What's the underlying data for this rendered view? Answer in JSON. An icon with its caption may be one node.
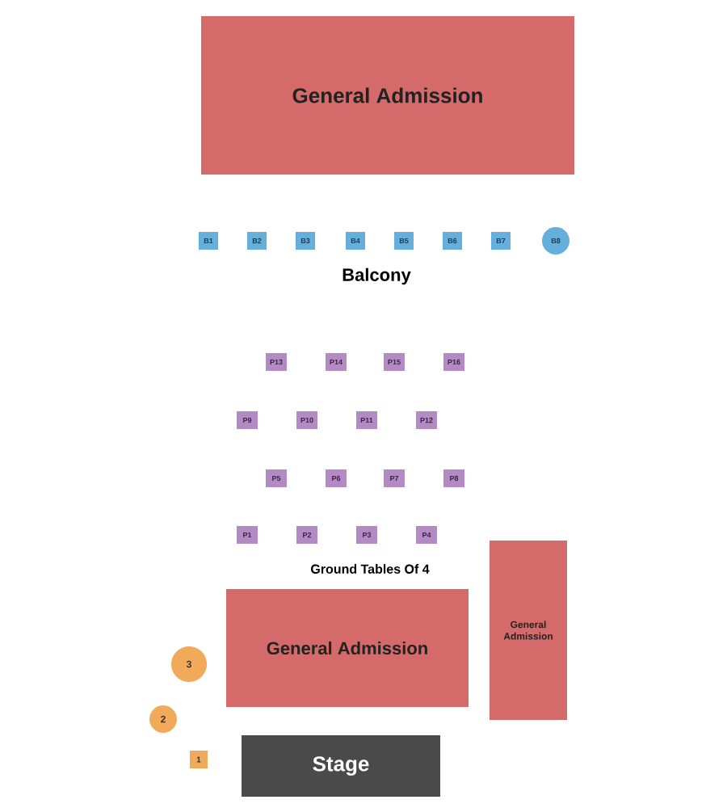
{
  "diagram": {
    "nodes": [
      {
        "text": [
          "General Admission"
        ]
      },
      {
        "text": [
          "B1"
        ]
      },
      {
        "text": [
          "B2"
        ]
      },
      {
        "text": [
          "B3"
        ]
      },
      {
        "text": [
          "B4"
        ]
      },
      {
        "text": [
          "B5"
        ]
      },
      {
        "text": [
          "B6"
        ]
      },
      {
        "text": [
          "B7"
        ]
      },
      {
        "text": [
          "B8"
        ]
      },
      {
        "text": [
          "P13"
        ]
      },
      {
        "text": [
          "P14"
        ]
      },
      {
        "text": [
          "P15"
        ]
      },
      {
        "text": [
          "P16"
        ]
      },
      {
        "text": [
          "P9"
        ]
      },
      {
        "text": [
          "P10"
        ]
      },
      {
        "text": [
          "P11"
        ]
      },
      {
        "text": [
          "P12"
        ]
      },
      {
        "text": [
          "P5"
        ]
      },
      {
        "text": [
          "P6"
        ]
      },
      {
        "text": [
          "P7"
        ]
      },
      {
        "text": [
          "P8"
        ]
      },
      {
        "text": [
          "P1"
        ]
      },
      {
        "text": [
          "P2"
        ]
      },
      {
        "text": [
          "P3"
        ]
      },
      {
        "text": [
          "P4"
        ]
      },
      {
        "text": [
          "General Admission"
        ]
      },
      {
        "text": [
          "General Admission"
        ]
      },
      {
        "text": [
          "3"
        ]
      },
      {
        "text": [
          "2"
        ]
      },
      {
        "text": [
          "1"
        ]
      },
      {
        "text": [
          "Stage"
        ]
      }
    ],
    "labels": [
      "Balcony",
      "Ground Tables Of 4"
    ]
  }
}
